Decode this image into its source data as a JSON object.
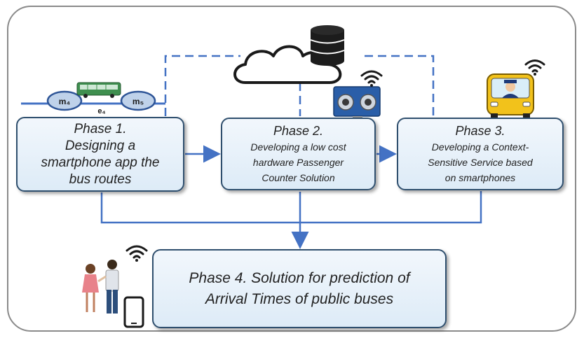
{
  "phases": [
    {
      "title": "Phase 1.",
      "body": "Designing a\nsmartphone app the\nbus routes"
    },
    {
      "title": "Phase 2.",
      "body": "Developing a low cost\nhardware Passenger\nCounter Solution"
    },
    {
      "title": "Phase 3.",
      "body": "Developing a Context-\nSensitive Service based\non smartphones"
    },
    {
      "title": "",
      "body": "Phase 4. Solution for prediction of\nArrival Times of public buses"
    }
  ],
  "route_graph": {
    "node_a": "m₄",
    "node_b": "m₅",
    "edge": "e₄"
  },
  "colors": {
    "arrow": "#4472c4",
    "dashed_link": "#4472c4",
    "box_border": "#2f4f6e",
    "box_fill": "#e6f0fa"
  },
  "icons": [
    "bus-route-icon",
    "database-icon",
    "cloud-icon",
    "ultrasonic-sensor-icon",
    "bus-driver-icon",
    "wifi-icon",
    "people-icon",
    "tablet-icon"
  ]
}
